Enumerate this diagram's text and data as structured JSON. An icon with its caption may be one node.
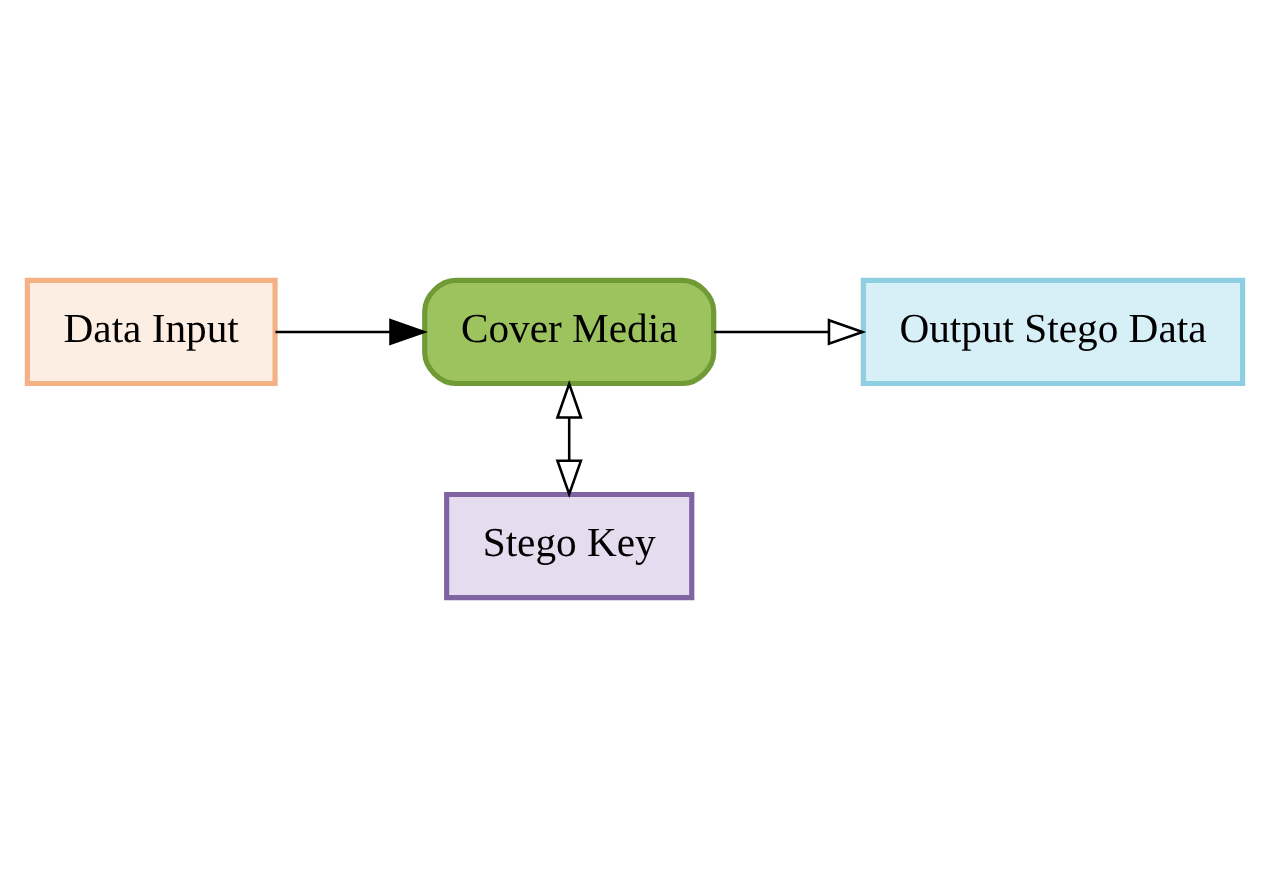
{
  "diagram": {
    "nodes": [
      {
        "text": [
          "Data Input"
        ]
      },
      {
        "text": [
          "Cover Media"
        ]
      },
      {
        "text": [
          "Output Stego Data"
        ]
      },
      {
        "text": [
          "Stego Key"
        ]
      }
    ],
    "edges": [
      {
        "from": 0,
        "to": 1,
        "arrow": "to"
      },
      {
        "from": 1,
        "to": 2,
        "arrow": "to"
      },
      {
        "from": 1,
        "to": 3,
        "arrow": "both"
      }
    ]
  }
}
